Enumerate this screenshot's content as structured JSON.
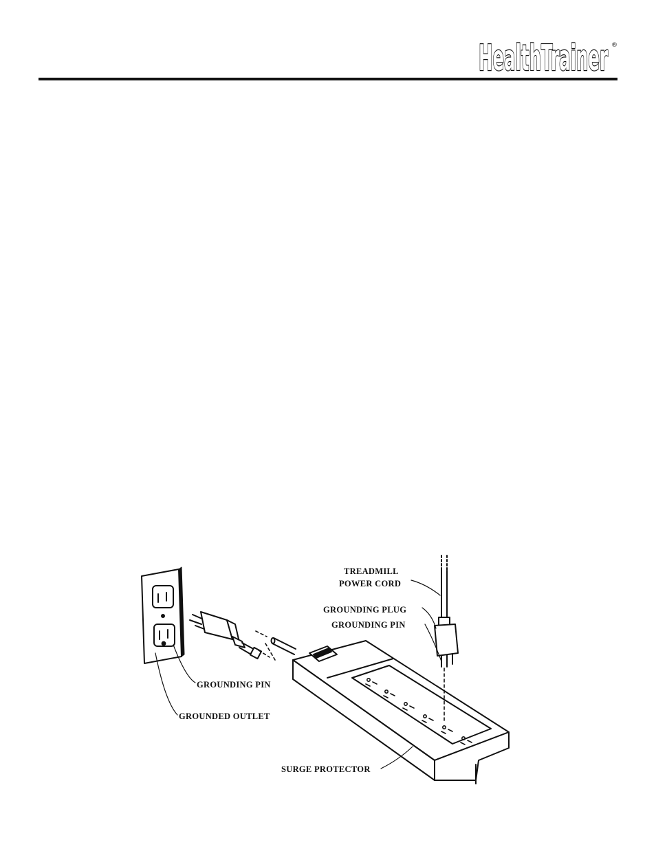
{
  "header": {
    "brand": "HealthTrainer",
    "brand_mark": "®"
  },
  "diagram": {
    "labels": {
      "treadmill_power_cord_line1": "TREADMILL",
      "treadmill_power_cord_line2": "POWER CORD",
      "grounding_plug": "GROUNDING PLUG",
      "grounding_pin_right": "GROUNDING PIN",
      "grounding_pin_left": "GROUNDING PIN",
      "grounded_outlet": "GROUNDED OUTLET",
      "surge_protector": "SURGE PROTECTOR"
    }
  }
}
